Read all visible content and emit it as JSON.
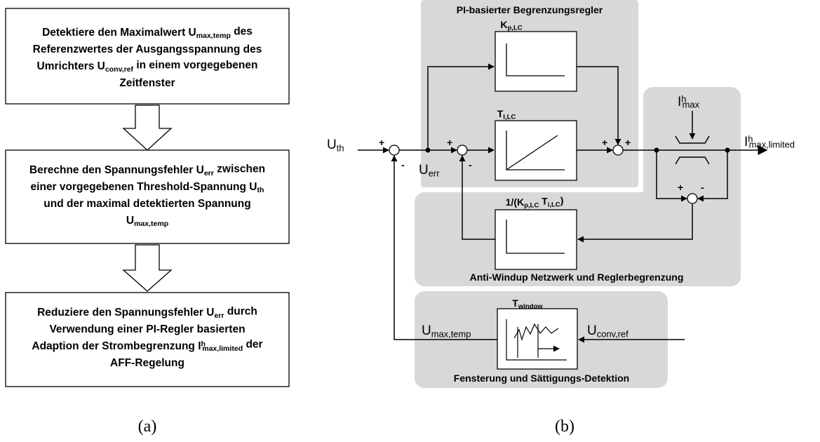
{
  "flowchart": {
    "steps": [
      {
        "lines": [
          [
            [
              "Detektiere den Maximalwert U",
              ""
            ],
            [
              "max,temp",
              "sub"
            ],
            [
              " des",
              ""
            ]
          ],
          [
            [
              "Referenzwertes der Ausgangsspannung des",
              ""
            ]
          ],
          [
            [
              "Umrichters U",
              ""
            ],
            [
              "conv,ref",
              "sub"
            ],
            [
              " in einem vorgegebenen",
              ""
            ]
          ],
          [
            [
              "Zeitfenster",
              ""
            ]
          ]
        ]
      },
      {
        "lines": [
          [
            [
              "Berechne den Spannungsfehler U",
              ""
            ],
            [
              "err",
              "sub"
            ],
            [
              " zwischen",
              ""
            ]
          ],
          [
            [
              "einer vorgegebenen Threshold-Spannung U",
              ""
            ],
            [
              "th",
              "sub"
            ]
          ],
          [
            [
              "und der maximal detektierten Spannung",
              ""
            ]
          ],
          [
            [
              "U",
              ""
            ],
            [
              "max,temp",
              "sub"
            ]
          ]
        ]
      },
      {
        "lines": [
          [
            [
              "Reduziere den Spannungsfehler U",
              ""
            ],
            [
              "err",
              "sub"
            ],
            [
              " durch",
              ""
            ]
          ],
          [
            [
              "Verwendung einer PI-Regler basierten",
              ""
            ]
          ],
          [
            [
              "Adaption der Strombegrenzung I",
              ""
            ],
            [
              "h",
              "sup"
            ],
            [
              "max,limited",
              "sub"
            ],
            [
              " der",
              ""
            ]
          ],
          [
            [
              "AFF-Regelung",
              ""
            ]
          ]
        ]
      }
    ],
    "caption": "(a)"
  },
  "blockdiagram": {
    "regions": {
      "pi": "PI-basierter Begrenzungsregler",
      "antiwindup": "Anti-Windup Netzwerk und Reglerbegrenzung",
      "window": "Fensterung und Sättigungs-Detektion"
    },
    "blocks": {
      "kp": [
        [
          "K",
          ""
        ],
        [
          "p,LC",
          "sub"
        ]
      ],
      "ti": [
        [
          "T",
          ""
        ],
        [
          "I,LC",
          "sub"
        ]
      ],
      "aw": [
        [
          "1/(K",
          ""
        ],
        [
          "p,LC",
          "sub"
        ],
        [
          " T",
          ""
        ],
        [
          "i,LC",
          "sub"
        ],
        [
          ")",
          ""
        ]
      ],
      "tw": [
        [
          "T",
          ""
        ],
        [
          "window",
          "sub"
        ]
      ]
    },
    "signals": {
      "uth": [
        [
          "U",
          ""
        ],
        [
          "th",
          "sub"
        ]
      ],
      "uerr": [
        [
          "U",
          ""
        ],
        [
          "err",
          "sub"
        ]
      ],
      "imax": [
        [
          "I",
          ""
        ],
        [
          "h",
          "sup"
        ],
        [
          "max",
          "sub"
        ]
      ],
      "ilim": [
        [
          "I",
          ""
        ],
        [
          "h",
          "sup"
        ],
        [
          "max,limited",
          "sub"
        ]
      ],
      "umaxtemp": [
        [
          "U",
          ""
        ],
        [
          "max,temp",
          "sub"
        ]
      ],
      "uconvref": [
        [
          "U",
          ""
        ],
        [
          "conv,ref",
          "sub"
        ]
      ]
    },
    "signs": {
      "plus": "+",
      "minus": "-"
    },
    "caption": "(b)"
  }
}
